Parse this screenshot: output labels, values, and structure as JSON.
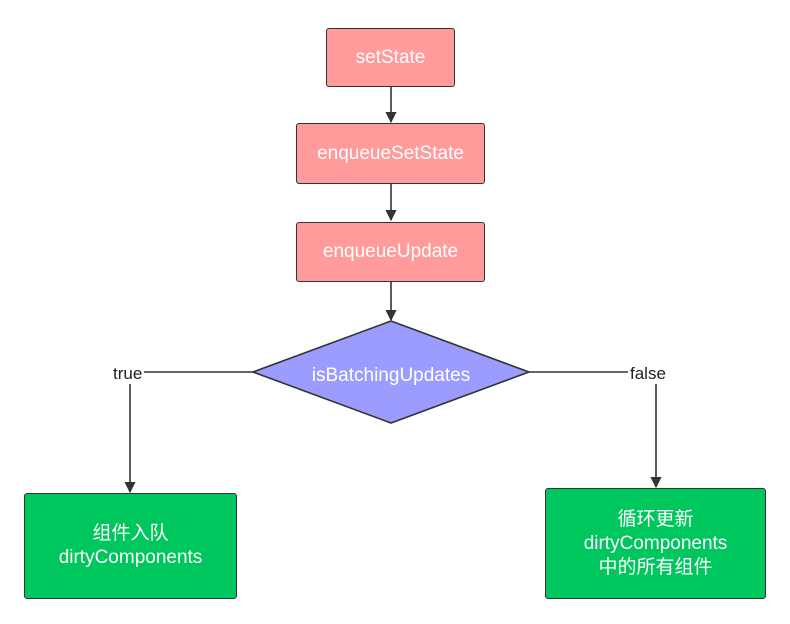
{
  "colors": {
    "process_fill": "#ff9b9b",
    "decision_fill": "#9c9cff",
    "result_fill": "#00c65e",
    "stroke": "#333333",
    "text": "#ffffff"
  },
  "nodes": {
    "set_state": "setState",
    "enqueue_set_state": "enqueueSetState",
    "enqueue_update": "enqueueUpdate",
    "decision": "isBatchingUpdates",
    "left_result": [
      "组件入队",
      "dirtyComponents"
    ],
    "right_result": [
      "循环更新",
      "dirtyComponents",
      "中的所有组件"
    ]
  },
  "edges": {
    "true_label": "true",
    "false_label": "false"
  }
}
